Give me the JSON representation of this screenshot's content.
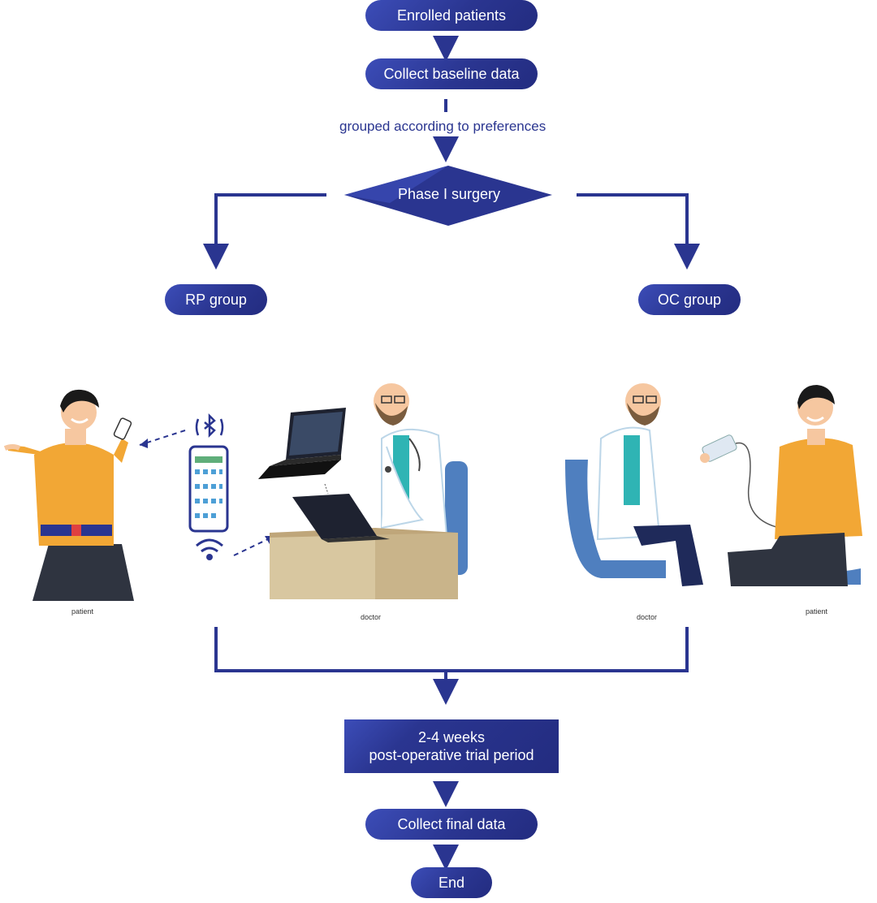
{
  "nodes": {
    "enrolled": "Enrolled patients",
    "baseline": "Collect baseline data",
    "grouped_note": "grouped according to preferences",
    "phase1": "Phase I surgery",
    "rp_group": "RP group",
    "oc_group": "OC group",
    "trial_line1": "2-4 weeks",
    "trial_line2": "post-operative trial period",
    "final": "Collect final data",
    "end": "End"
  },
  "captions": {
    "rp_patient": "patient",
    "rp_doctor": "doctor",
    "oc_doctor": "doctor",
    "oc_patient": "patient"
  },
  "icons": {
    "bluetooth": "bluetooth-icon",
    "wifi": "wifi-icon"
  },
  "colors": {
    "primary": "#2a3590",
    "accent": "#3c4db8",
    "sweater": "#f2a735",
    "coat": "#ffffff",
    "chair": "#4f7fbf",
    "desk": "#c9b48a"
  }
}
